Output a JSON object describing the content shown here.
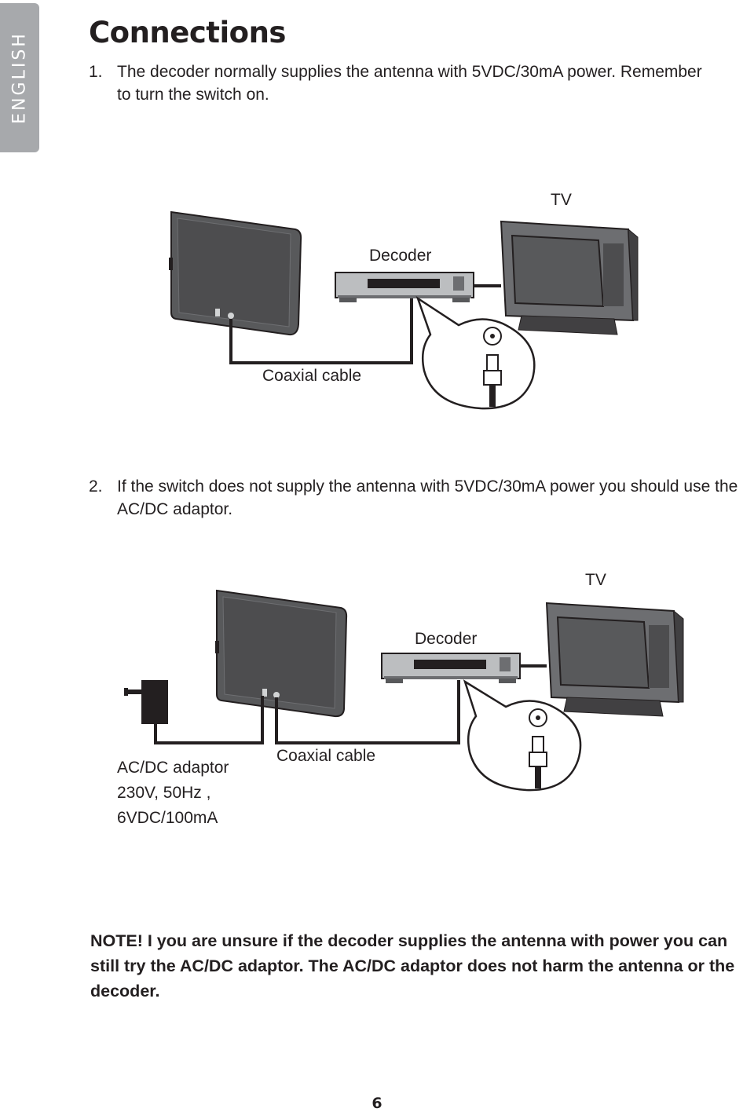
{
  "sidebar": {
    "language": "ENGLISH"
  },
  "page_title": "Connections",
  "steps": [
    {
      "number": "1.",
      "text": "The decoder normally supplies the antenna with 5VDC/30mA power. Remember to turn the switch on."
    },
    {
      "number": "2.",
      "text": "If the switch does not supply the antenna with 5VDC/30mA power you should use the AC/DC adaptor."
    }
  ],
  "diagram1": {
    "tv": "TV",
    "decoder": "Decoder",
    "cable": "Coaxial cable"
  },
  "diagram2": {
    "tv": "TV",
    "decoder": "Decoder",
    "cable": "Coaxial cable",
    "adaptor": [
      "AC/DC adaptor",
      "230V, 50Hz ,",
      "6VDC/100mA"
    ]
  },
  "note": "NOTE! I you are unsure if the decoder supplies the antenna with power you can still try the AC/DC adaptor. The AC/DC adaptor does not harm the antenna or the decoder.",
  "page_number": "6"
}
